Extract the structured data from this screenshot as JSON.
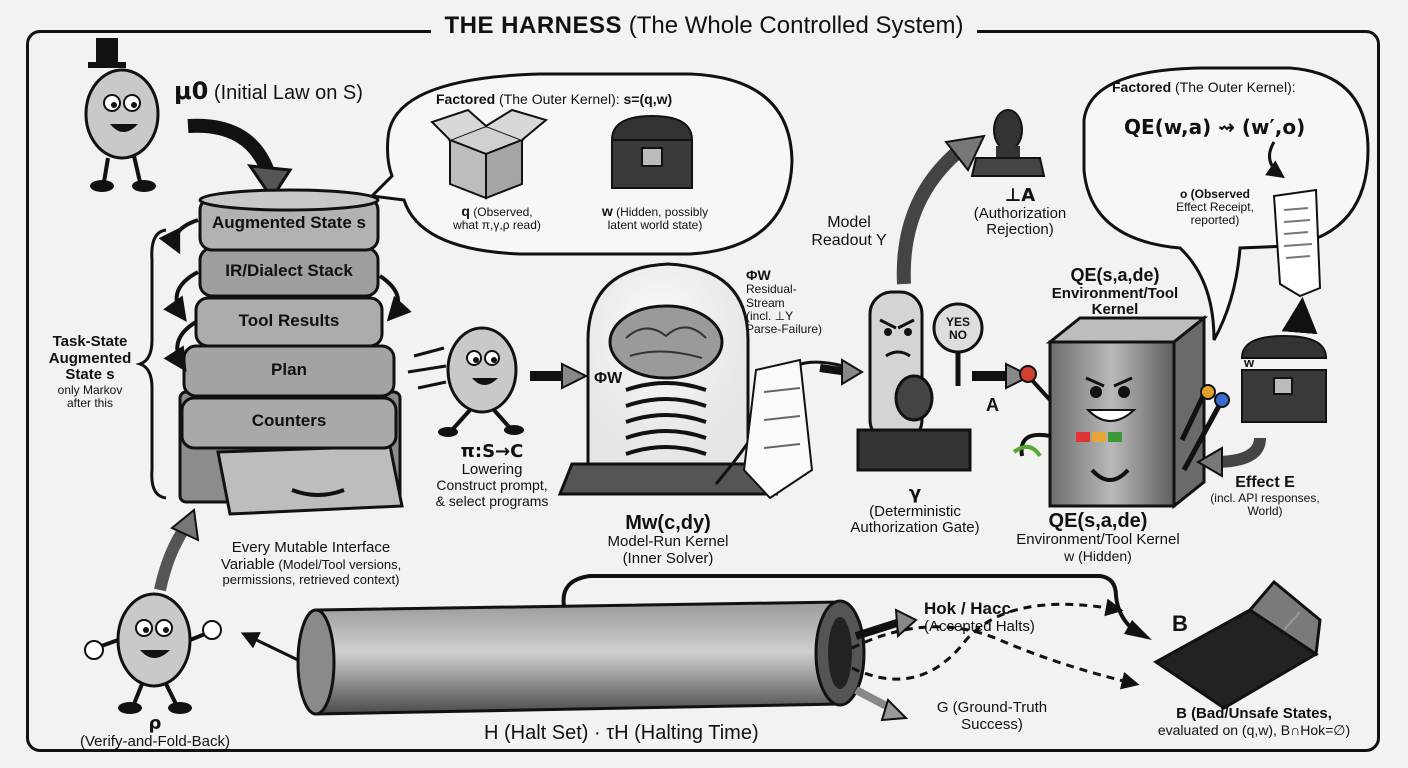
{
  "title": {
    "main": "THE HARNESS",
    "sub": "(The Whole Controlled System)"
  },
  "mu0": {
    "symbol": "μ0",
    "text": "(Initial Law on S)"
  },
  "stack": {
    "layers": [
      "Augmented State s",
      "IR/Dialect Stack",
      "Tool Results",
      "Plan",
      "Counters"
    ],
    "left_note": {
      "title1": "Task-State",
      "title2": "Augmented",
      "title3": "State s",
      "sub1": "only Markov",
      "sub2": "after this"
    },
    "bottom_note": {
      "line1": "Every Mutable Interface",
      "line2a": "Variable",
      "line2b": "(Model/Tool versions,",
      "line3": "permissions, retrieved context)"
    }
  },
  "bubble_left": {
    "header_bold": "Factored",
    "header_rest": "(The Outer Kernel):",
    "header_math": "s=(q,w)",
    "q_sym": "q",
    "q_text1": "(Observed,",
    "q_text2": "what π,γ,ρ read)",
    "w_sym": "w",
    "w_text1": "(Hidden, possibly",
    "w_text2": "latent world state)"
  },
  "pi": {
    "symbol": "π:S→C",
    "line1": "Lowering",
    "line2": "Construct prompt,",
    "line3": "& select programs"
  },
  "model": {
    "phi_top": "ΦW",
    "phi_note1": "Residual-",
    "phi_note2": "Stream",
    "phi_note3": "(incl. ⊥Y",
    "phi_note4": "Parse-Failure)",
    "phi_inner": "ΦW",
    "label_main": "Mw(c,dy)",
    "label_sub1": "Model-Run Kernel",
    "label_sub2": "(Inner Solver)"
  },
  "gate": {
    "readout1": "Model",
    "readout2": "Readout Y",
    "reject_sym": "⊥A",
    "reject1": "(Authorization",
    "reject2": "Rejection)",
    "sign_yes": "YES",
    "sign_no": "NO",
    "gamma": "γ",
    "gamma1": "(Deterministic",
    "gamma2": "Authorization Gate)",
    "action": "A"
  },
  "bubble_right": {
    "header_bold": "Factored",
    "header_rest": "(The Outer Kernel):",
    "formula": "QE(w,a) ⇝ (w′,o)",
    "o_note1": "o (Observed",
    "o_note2": "Effect Receipt,",
    "o_note3": "reported)"
  },
  "env": {
    "top_title": "QE(s,a,de)",
    "top_sub1": "Environment/Tool",
    "top_sub2": "Kernel",
    "w_label": "w",
    "effect": "Effect E",
    "effect1": "(incl. API responses,",
    "effect2": "World)",
    "bottom_title": "QE(s,a,de)",
    "bottom_sub": "Environment/Tool Kernel",
    "bottom_w": "w (Hidden)"
  },
  "rho": {
    "symbol": "ρ",
    "text": "(Verify-and-Fold-Back)"
  },
  "halt": {
    "h_ok": "Hok / Hacc",
    "h_ok_sub": "(Accepted Halts)",
    "g_main": "G (Ground-Truth",
    "g_sub": "Success)",
    "pipe_label": "H (Halt Set) · τH (Halting Time)"
  },
  "bad": {
    "b_label": "B",
    "b_main": "B (Bad/Unsafe States,",
    "b_sub": "evaluated on (q,w), B∩Hok=∅)"
  }
}
